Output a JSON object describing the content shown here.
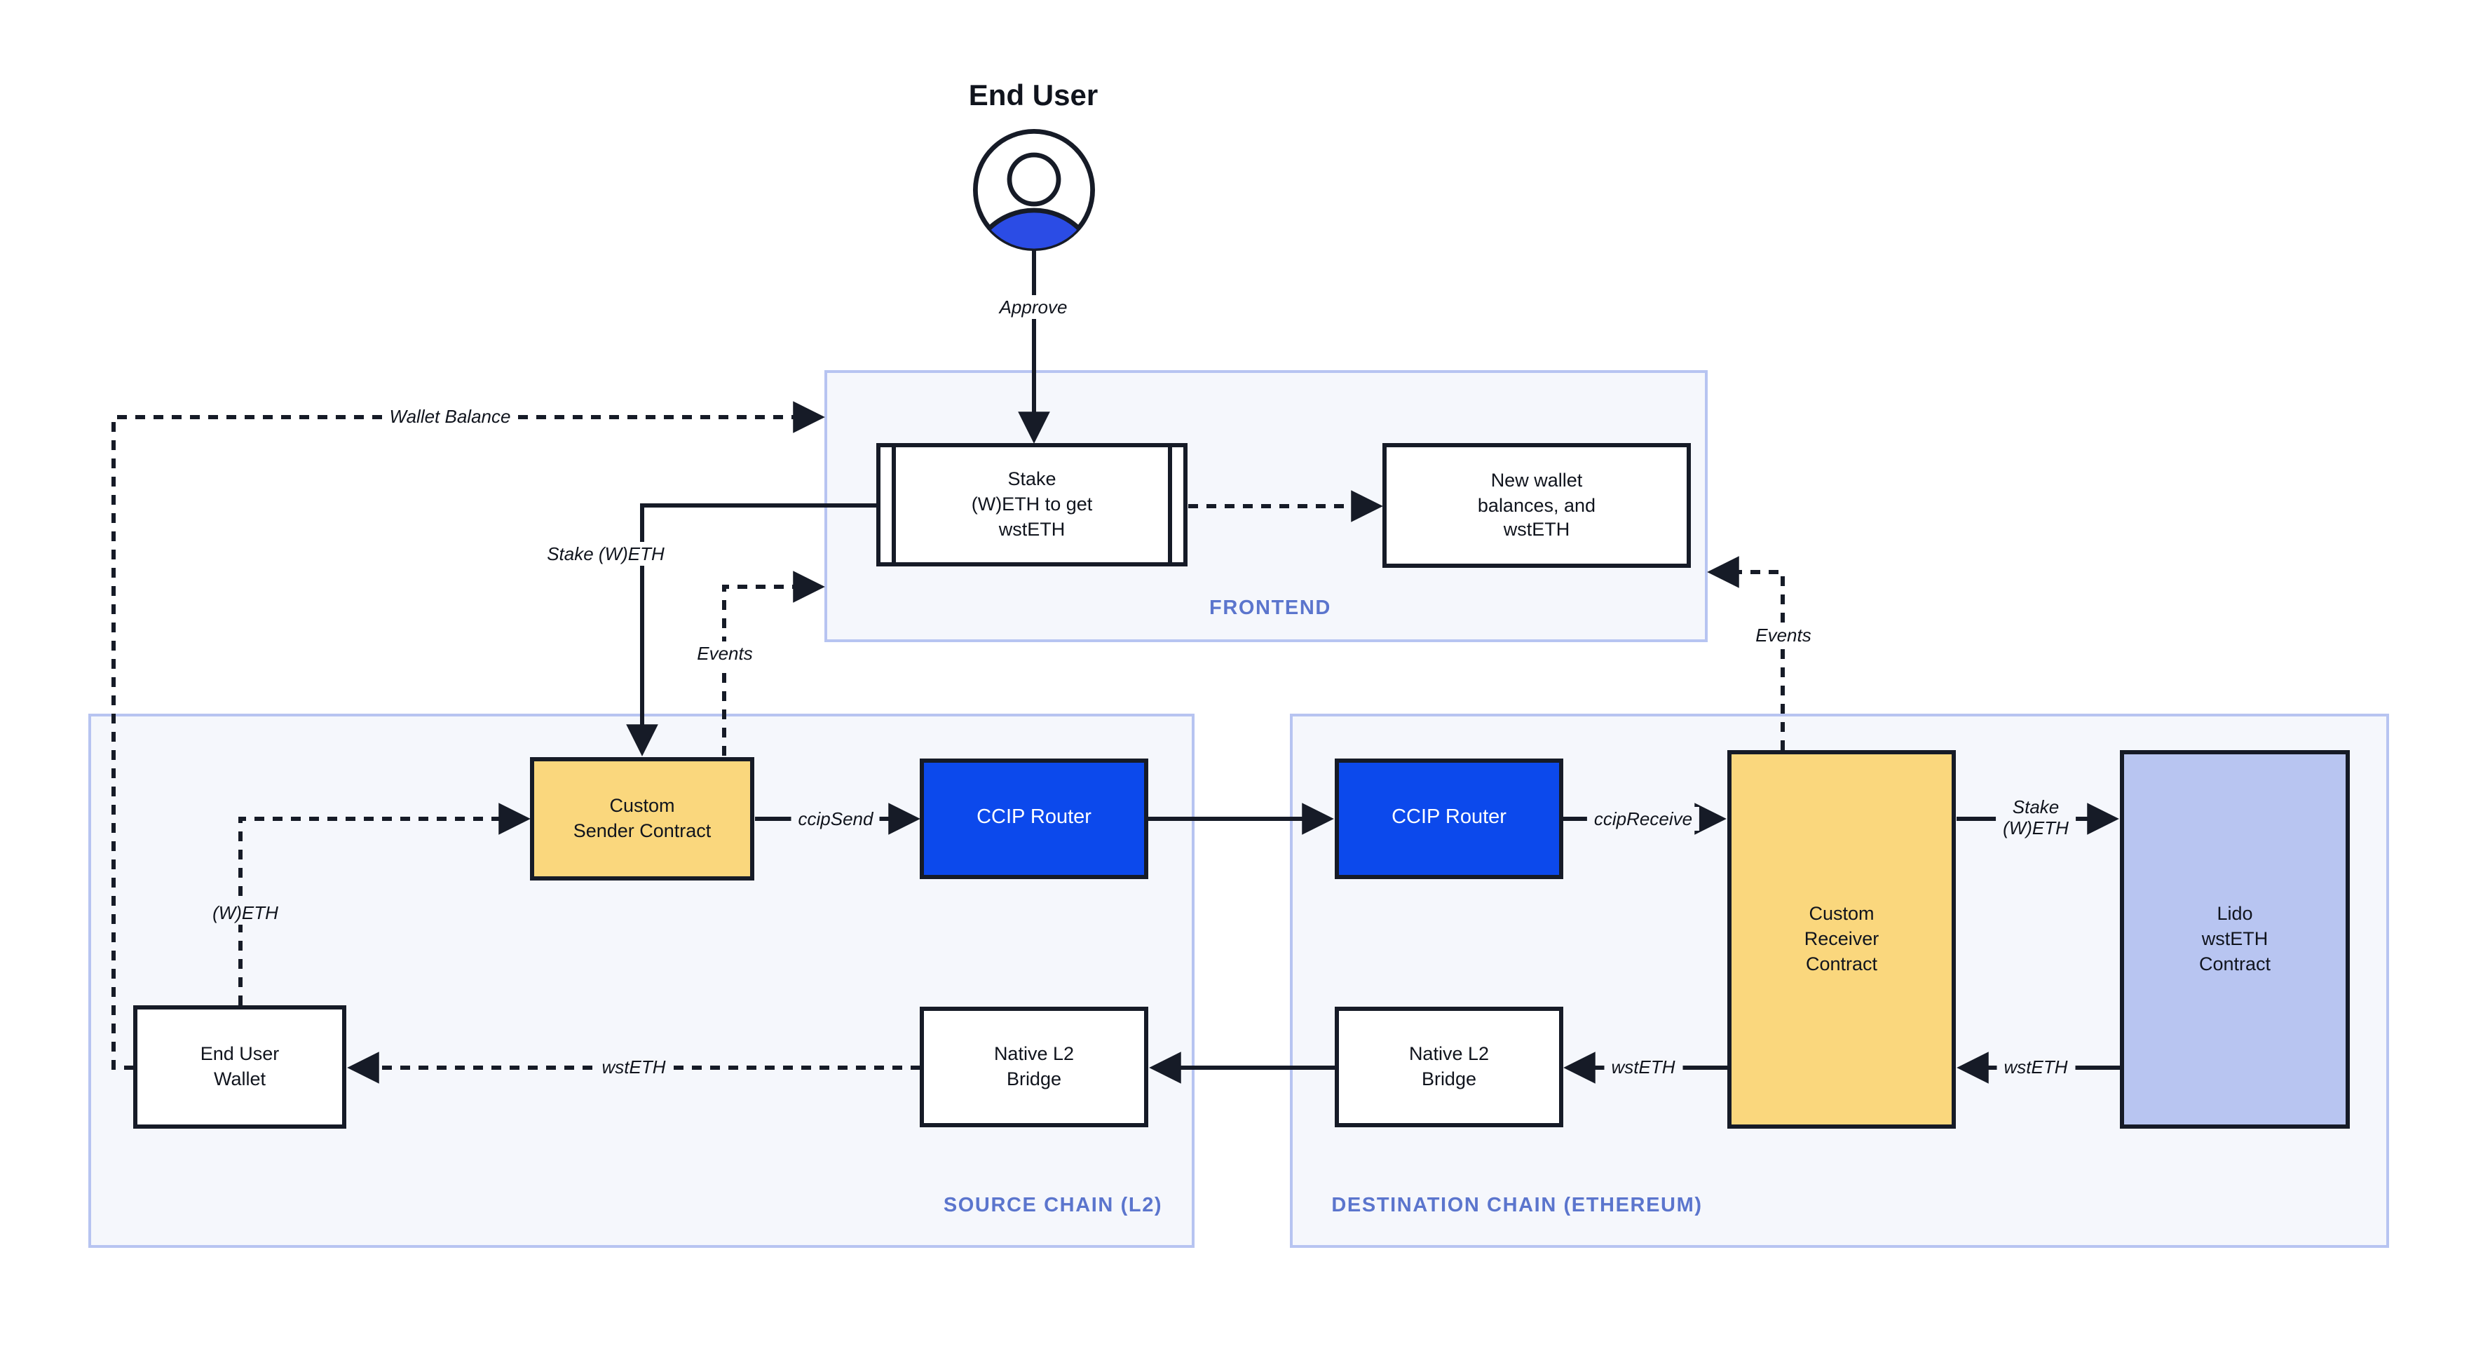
{
  "end_user": {
    "label": "End User"
  },
  "containers": {
    "frontend": {
      "label": "FRONTEND"
    },
    "source": {
      "label": "SOURCE CHAIN (L2)"
    },
    "destination": {
      "label": "DESTINATION CHAIN (ETHEREUM)"
    }
  },
  "nodes": {
    "stake_cta": {
      "lines": [
        "Stake",
        "(W)ETH to get",
        "wstETH"
      ]
    },
    "new_wallet": {
      "lines": [
        "New wallet",
        "balances, and",
        "wstETH"
      ]
    },
    "custom_sender": {
      "lines": [
        "Custom",
        "Sender Contract"
      ]
    },
    "ccip_router_source": {
      "label": "CCIP Router"
    },
    "end_user_wallet": {
      "lines": [
        "End User",
        "Wallet"
      ]
    },
    "native_bridge_source": {
      "lines": [
        "Native L2",
        "Bridge"
      ]
    },
    "ccip_router_destination": {
      "label": "CCIP Router"
    },
    "native_bridge_destination": {
      "lines": [
        "Native L2",
        "Bridge"
      ]
    },
    "custom_receiver": {
      "lines": [
        "Custom",
        "Receiver",
        "Contract"
      ]
    },
    "lido": {
      "lines": [
        "Lido",
        "wstETH",
        "Contract"
      ]
    }
  },
  "edge_labels": {
    "approve": "Approve",
    "wallet_balance": "Wallet Balance",
    "stake_weth": "Stake (W)ETH",
    "events": "Events",
    "ccip_send": "ccipSend",
    "ccip_receive": "ccipReceive",
    "stake_weth_2l": {
      "l1": "Stake",
      "l2": "(W)ETH"
    },
    "wsteth": "wstETH",
    "weth": "(W)ETH"
  },
  "colors": {
    "ink": "#161b27",
    "panel_fill": "#f5f7fc",
    "panel_border": "#b7c4f1",
    "panel_label": "#5b75cd",
    "contract_yellow": "#fad77d",
    "router_blue": "#0c49ec",
    "lido_lavender": "#b8c5f1",
    "user_blue": "#2b4ce5"
  }
}
